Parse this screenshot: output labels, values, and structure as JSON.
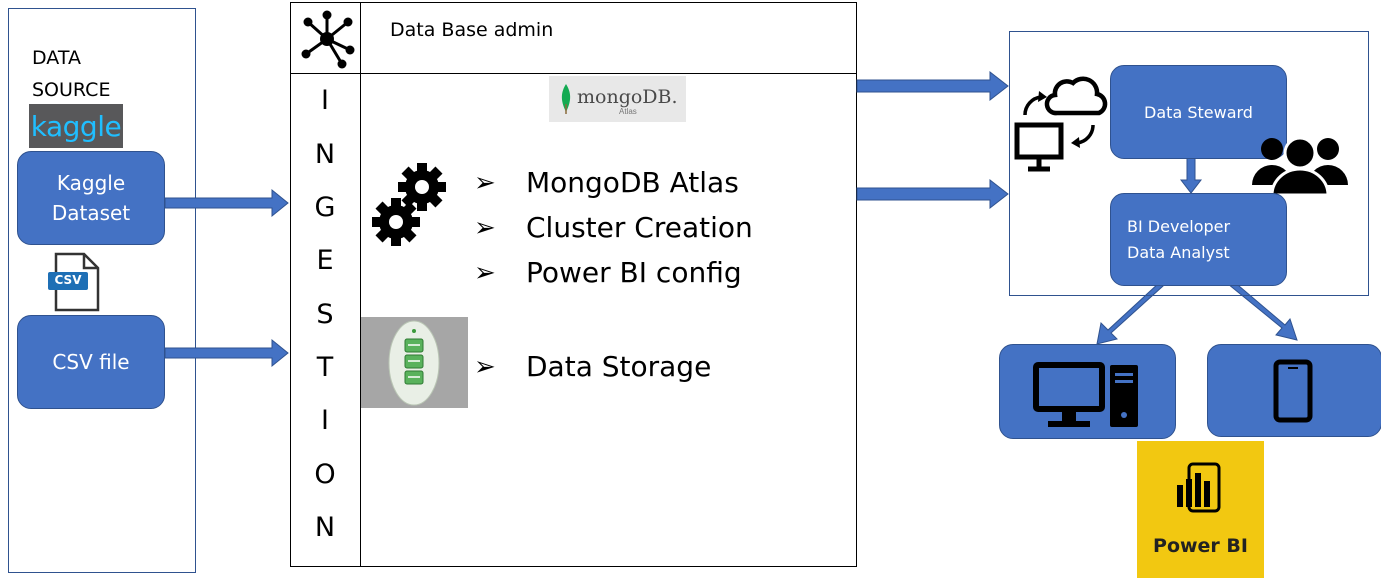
{
  "source_panel": {
    "title_line1": "DATA",
    "title_line2": "SOURCE",
    "kaggle_logo_text": "kaggle",
    "csv_icon_label": "CSV",
    "kaggle_box": {
      "line1": "Kaggle",
      "line2": "Dataset"
    },
    "csv_box": "CSV file"
  },
  "ingestion_panel": {
    "header": "Data Base admin",
    "vertical_letters": [
      "I",
      "N",
      "G",
      "E",
      "S",
      "T",
      "I",
      "O",
      "N"
    ],
    "mongo_logo": {
      "text": "mongoDB.",
      "sub": "Atlas"
    },
    "bullets": [
      "MongoDB Atlas",
      "Cluster Creation",
      "Power BI config"
    ],
    "storage_bullet": "Data Storage",
    "bullet_symbol": "➢"
  },
  "roles_panel": {
    "data_steward": "Data Steward",
    "bi_developer_line1": "BI Developer",
    "bi_developer_line2": "Data Analyst"
  },
  "powerbi_logo": {
    "text": "Power BI"
  },
  "colors": {
    "box_fill": "#4472c4",
    "arrow": "#4472c4",
    "powerbi_yellow": "#f2c811",
    "panel_border": "#2f528f"
  },
  "icons": [
    "network-hub-icon",
    "gears-icon",
    "database-server-icon",
    "cloud-sync-icon",
    "users-group-icon",
    "desktop-computer-icon",
    "tablet-icon",
    "powerbi-chart-icon",
    "csv-file-icon"
  ]
}
